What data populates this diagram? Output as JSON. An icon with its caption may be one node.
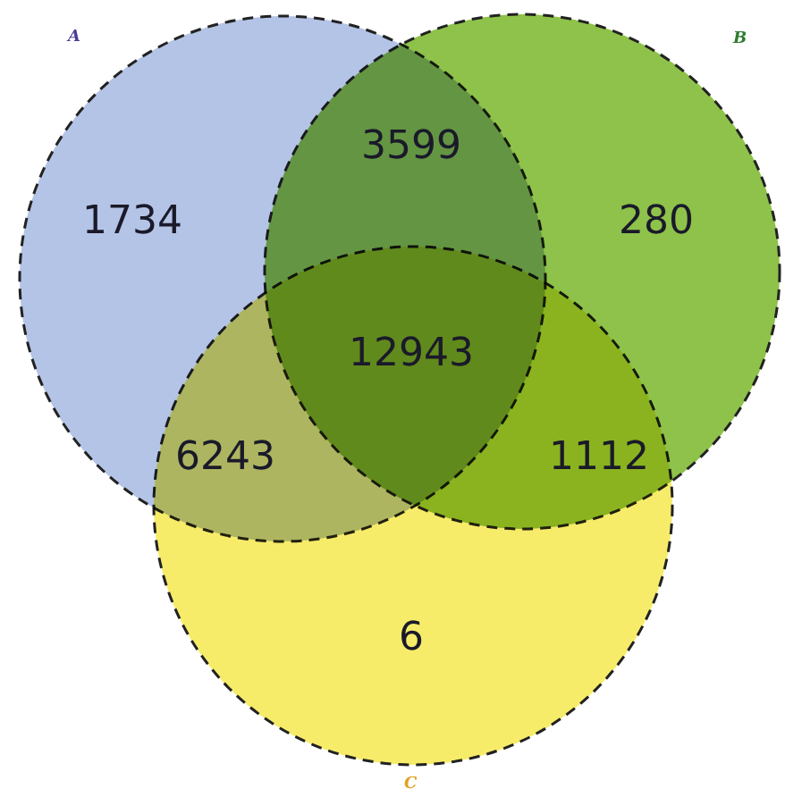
{
  "diagram": {
    "nodes": [
      {
        "text": [
          "A"
        ]
      },
      {
        "text": [
          "B"
        ]
      },
      {
        "text": [
          "C"
        ]
      }
    ],
    "labels": [
      "1734",
      "3599",
      "280",
      "12943",
      "6243",
      "1112",
      "6"
    ]
  }
}
